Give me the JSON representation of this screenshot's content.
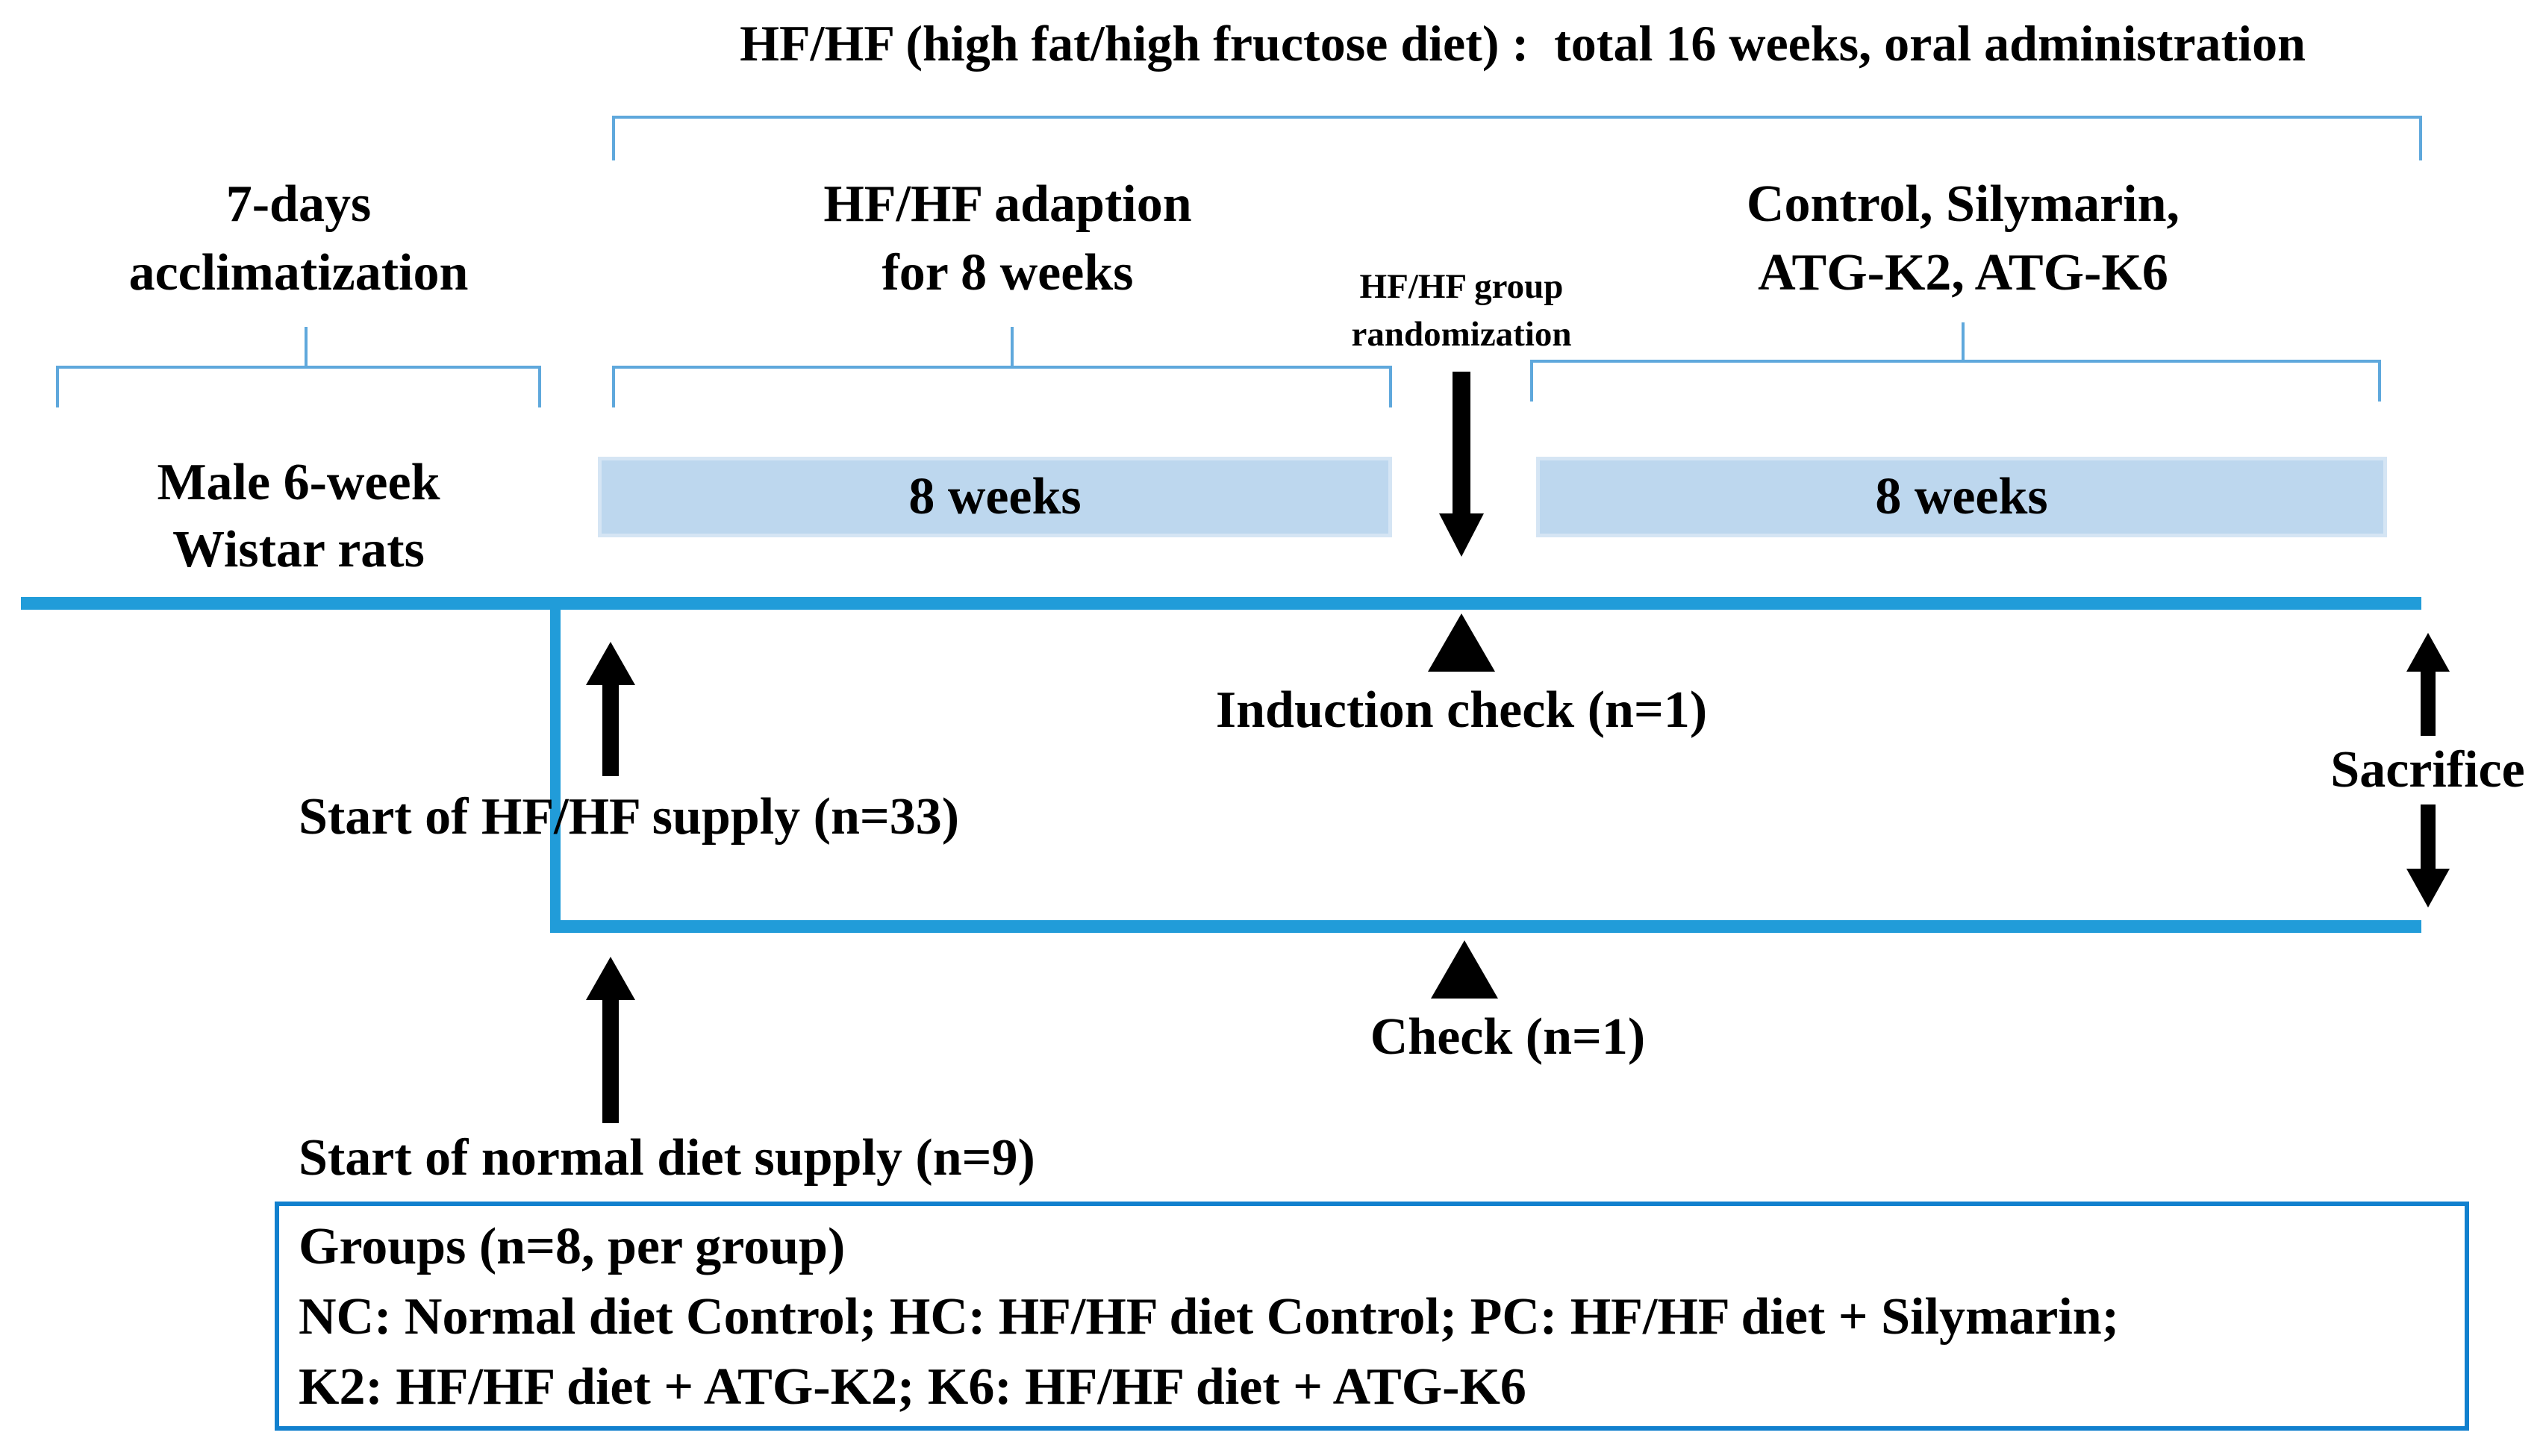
{
  "title": "HF/HF (high fat/high fructose diet) :  total 16 weeks, oral administration",
  "phases": {
    "acclimatization": {
      "line1": "7-days",
      "line2": "acclimatization"
    },
    "subject": {
      "line1": "Male 6-week",
      "line2": "Wistar rats"
    },
    "adaptation": {
      "line1": "HF/HF adaption",
      "line2": "for 8 weeks",
      "duration": "8 weeks"
    },
    "treatment": {
      "line1": "Control, Silymarin,",
      "line2": "ATG-K2, ATG-K6",
      "duration": "8 weeks"
    },
    "randomization": {
      "line1": "HF/HF group",
      "line2": "randomization"
    }
  },
  "events": {
    "start_hfhf": "Start of HF/HF supply (n=33)",
    "induction_check": "Induction check (n=1)",
    "sacrifice": "Sacrifice",
    "check": "Check (n=1)",
    "start_normal": "Start of normal diet supply (n=9)"
  },
  "groups_box": {
    "line1": "Groups (n=8, per group)",
    "line2": "NC: Normal diet Control; HC: HF/HF diet Control; PC: HF/HF diet + Silymarin;",
    "line3": "K2: HF/HF diet + ATG-K2; K6: HF/HF diet + ATG-K6"
  },
  "colors": {
    "timeline": "#219CD9",
    "bracket": "#5FA8DC",
    "boxfill": "#BDD7EE",
    "boxborder": "#D5E5F4",
    "groupsborder": "#1180CE",
    "text": "#000000"
  }
}
